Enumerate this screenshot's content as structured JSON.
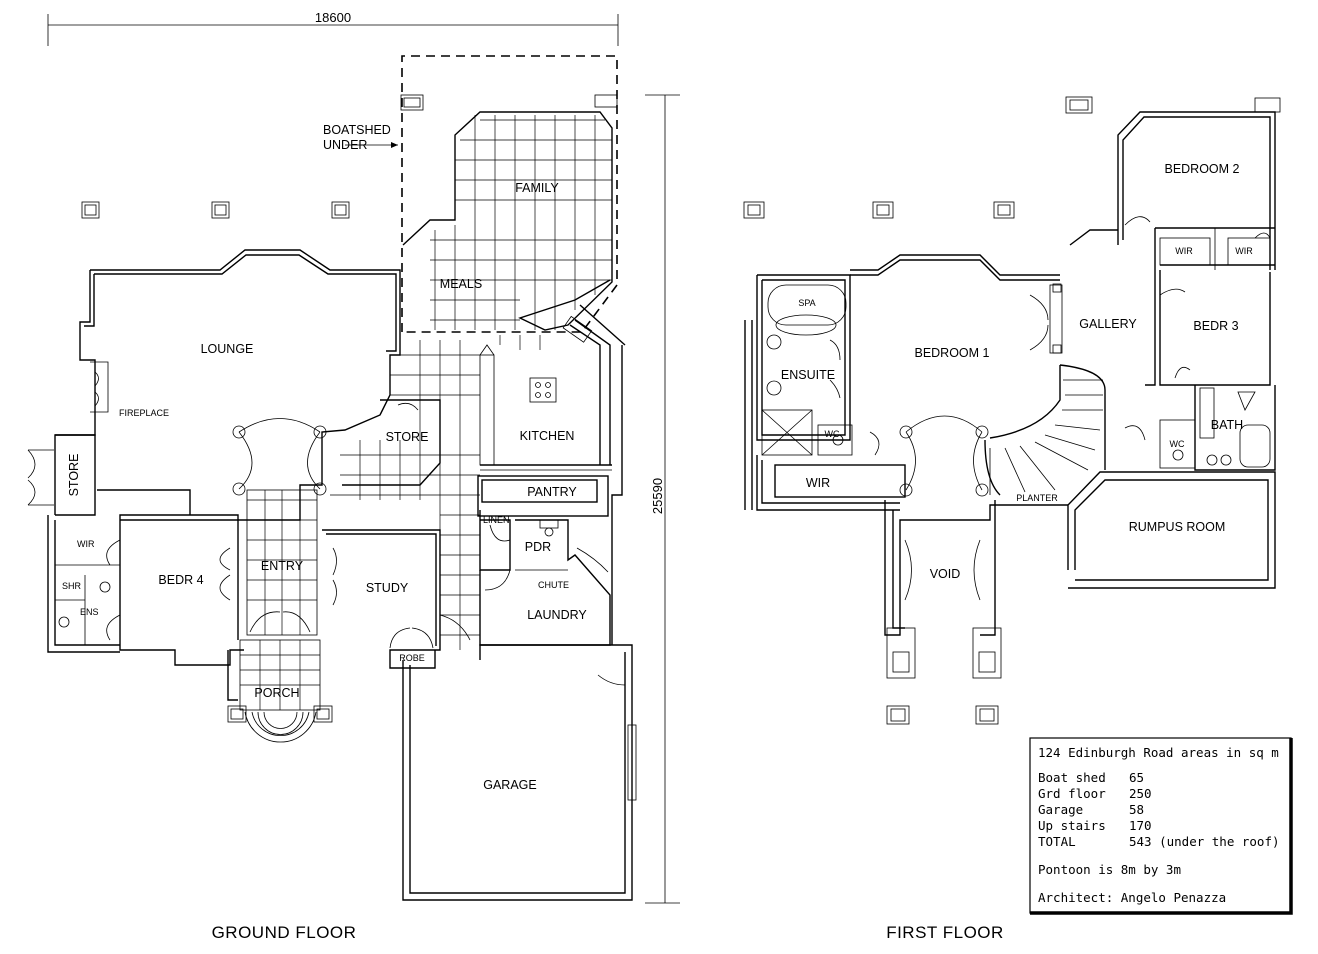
{
  "dimensions": {
    "width": "18600",
    "height": "25590"
  },
  "ground_floor": {
    "title": "GROUND FLOOR",
    "boatshed_note": [
      "BOATSHED",
      "UNDER"
    ],
    "rooms": {
      "family": "FAMILY",
      "meals": "MEALS",
      "lounge": "LOUNGE",
      "fireplace": "FIREPLACE",
      "store": "STORE",
      "store_side": "STORE",
      "kitchen": "KITCHEN",
      "pantry": "PANTRY",
      "linen": "LINEN",
      "pdr": "PDR",
      "chute": "CHUTE",
      "laundry": "LAUNDRY",
      "wir": "WIR",
      "shr": "SHR",
      "ens": "ENS",
      "bedr4": "BEDR 4",
      "entry": "ENTRY",
      "study": "STUDY",
      "robe": "ROBE",
      "porch": "PORCH",
      "garage": "GARAGE"
    }
  },
  "first_floor": {
    "title": "FIRST FLOOR",
    "rooms": {
      "bedroom2": "BEDROOM 2",
      "wir_a": "WIR",
      "wir_b": "WIR",
      "gallery": "GALLERY",
      "bedr3": "BEDR 3",
      "spa": "SPA",
      "ensuite": "ENSUITE",
      "bedroom1": "BEDROOM 1",
      "wc_a": "WC",
      "wc_b": "WC",
      "bath": "BATH",
      "wir_c": "WIR",
      "planter": "PLANTER",
      "rumpus": "RUMPUS ROOM",
      "void": "VOID"
    }
  },
  "areas_table": {
    "heading": "124 Edinburgh Road areas in sq m",
    "rows": [
      {
        "label": "Boat shed",
        "value": "65"
      },
      {
        "label": "Grd floor",
        "value": "250"
      },
      {
        "label": "Garage",
        "value": "58"
      },
      {
        "label": "Up stairs",
        "value": "170"
      },
      {
        "label": "TOTAL",
        "value": "543 (under the roof)"
      }
    ],
    "pontoon": "Pontoon is 8m by 3m",
    "architect": "Architect: Angelo Penazza"
  }
}
